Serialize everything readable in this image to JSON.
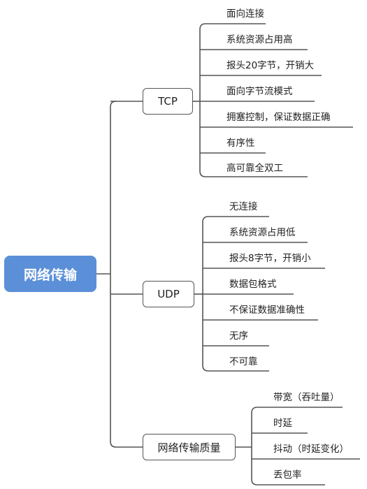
{
  "root": {
    "label": "网络传输"
  },
  "branches": [
    {
      "label": "TCP",
      "leaves": [
        "面向连接",
        "系统资源占用高",
        "报头20字节，开销大",
        "面向字节流模式",
        "拥塞控制，保证数据正确",
        "有序性",
        "高可靠全双工"
      ]
    },
    {
      "label": "UDP",
      "leaves": [
        "无连接",
        "系统资源占用低",
        "报头8字节，开销小",
        "数据包格式",
        "不保证数据准确性",
        "无序",
        "不可靠"
      ]
    },
    {
      "label": "网络传输质量",
      "leaves": [
        "带宽（吞吐量）",
        "时延",
        "抖动（时延变化）",
        "丢包率"
      ]
    }
  ],
  "colors": {
    "root_fill": "#5b8fd8",
    "line": "#555555"
  }
}
